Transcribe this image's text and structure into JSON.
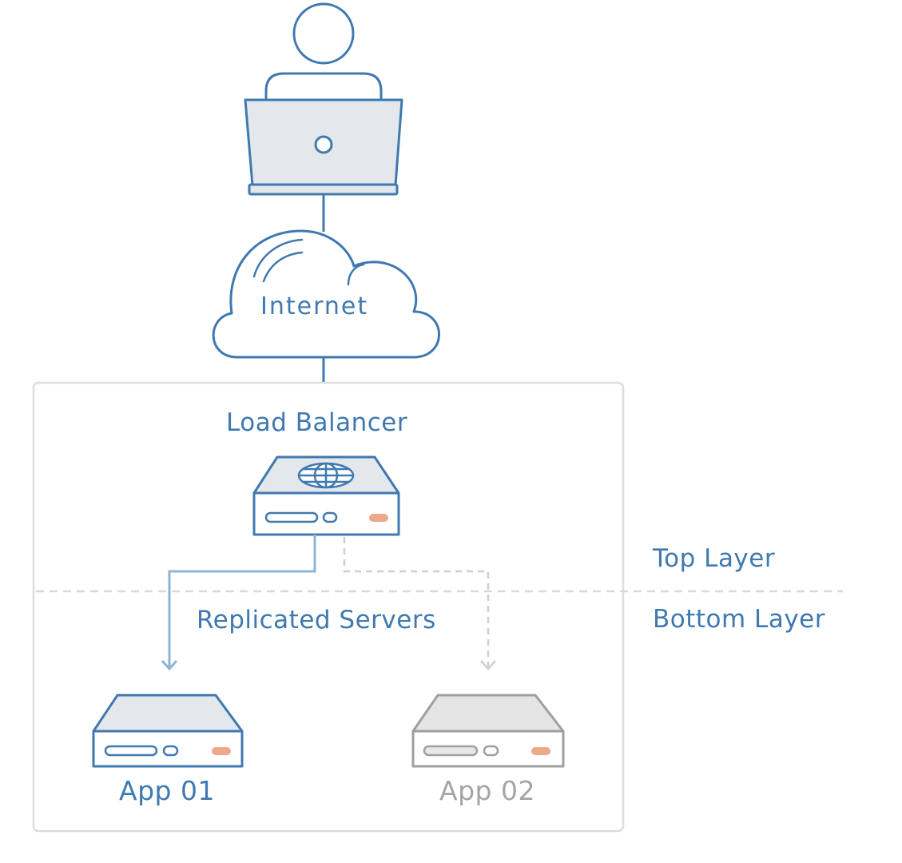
{
  "labels": {
    "internet": "Internet",
    "load_balancer": "Load Balancer",
    "replicated_servers": "Replicated Servers",
    "top_layer": "Top Layer",
    "bottom_layer": "Bottom Layer",
    "app1": "App 01",
    "app2": "App 02"
  },
  "colors": {
    "primary_blue": "#3f79b0",
    "light_blue": "#8fb4d4",
    "device_fill": "#e4e8ec",
    "inactive_grey": "#9f9f9f",
    "status_led": "#eea98b",
    "divider": "#d9d9d9"
  },
  "icons": [
    "user-icon",
    "laptop-icon",
    "cloud-icon",
    "globe-icon",
    "server-icon"
  ]
}
